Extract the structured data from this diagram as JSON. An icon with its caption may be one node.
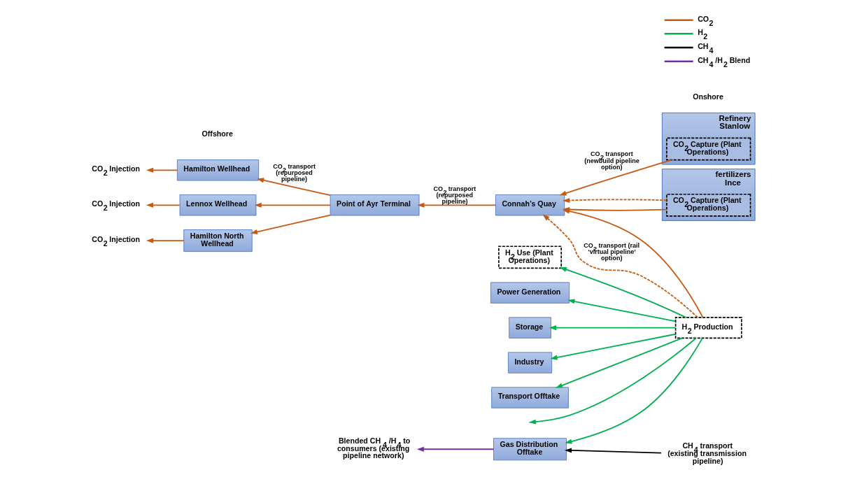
{
  "diagram": {
    "nodes": [
      {
        "text": [
          "Hamilton Wellhead"
        ]
      },
      {
        "text": [
          "CO$_{2}$ Injection"
        ]
      },
      {
        "text": [
          "Lennox Wellhead"
        ]
      },
      {
        "text": [
          "CO$_{2}$ Injection"
        ]
      },
      {
        "text": [
          "Hamilton North Wellhead"
        ]
      },
      {
        "text": [
          "CO$_{2}$ Injection"
        ]
      },
      {
        "text": [
          "Point of Ayr Terminal"
        ]
      },
      {
        "text": [
          "Connah’s Quay"
        ]
      },
      {
        "text": [
          "Refinery Stanlow"
        ]
      },
      {
        "text": [
          "CO$_{2}$ Capture (Plant Operations)"
        ],
        "in": 8
      },
      {
        "text": [
          "fertilizers Ince"
        ]
      },
      {
        "text": [
          "CO$_{2}$ Capture (Plant Operations)"
        ],
        "in": 10
      },
      {
        "text": [
          "H$_{2}$ Use (Plant Operations)"
        ]
      },
      {
        "text": [
          "H$_{2}$ Production"
        ]
      },
      {
        "text": [
          "Power Generation"
        ]
      },
      {
        "text": [
          "Storage"
        ]
      },
      {
        "text": [
          "Industry"
        ]
      },
      {
        "text": [
          "Transport Offtake"
        ]
      },
      {
        "text": [
          "Gas Distribution Offtake"
        ]
      },
      {
        "text": [
          "Blended CH$_{4}$ /H$_{4}$ to consumers (existing pipeline network)"
        ]
      },
      {
        "text": [
          "CH$_{4}$ transport (existing transmission pipeline)"
        ]
      }
    ],
    "edges": [
      {
        "from": 6,
        "to": 0,
        "arrow": "to",
        "label": "CO$_{2}$ transport (repurposed pipeline)"
      },
      {
        "from": 6,
        "to": 2,
        "arrow": "to"
      },
      {
        "from": 6,
        "to": 4,
        "arrow": "to"
      },
      {
        "from": 0,
        "to": 1,
        "arrow": "to"
      },
      {
        "from": 2,
        "to": 3,
        "arrow": "to"
      },
      {
        "from": 4,
        "to": 5,
        "arrow": "to"
      },
      {
        "from": 7,
        "to": 6,
        "arrow": "to",
        "label": "CO$_{2}$ transport (repurposed pipeline)"
      },
      {
        "from": 11,
        "to": 7,
        "arrow": "to"
      },
      {
        "from": 11,
        "to": 7,
        "arrow": "to",
        "style": "dashed"
      },
      {
        "from": 9,
        "to": 7,
        "arrow": "to",
        "label": "CO$_{2}$ transport (newbuild pipeline option)"
      },
      {
        "from": 13,
        "to": 7,
        "arrow": "to"
      },
      {
        "from": 13,
        "to": 7,
        "arrow": "to",
        "style": "dashed",
        "label": "CO$_{2}$ transport (rail ‘virtual pipeline’ option)"
      },
      {
        "from": 13,
        "to": 12,
        "arrow": "to",
        "color": "#00b050"
      },
      {
        "from": 13,
        "to": null,
        "arrow": "to",
        "color": "#00b050"
      },
      {
        "from": 13,
        "to": 14,
        "arrow": "to",
        "color": "#00b050"
      },
      {
        "from": 13,
        "to": 15,
        "arrow": "to",
        "color": "#00b050"
      },
      {
        "from": 13,
        "to": 16,
        "arrow": "to",
        "color": "#00b050"
      },
      {
        "from": 13,
        "to": 17,
        "arrow": "to",
        "color": "#00b050"
      },
      {
        "from": 13,
        "to": 18,
        "arrow": "to",
        "color": "#00b050"
      },
      {
        "from": 20,
        "to": 18,
        "arrow": "to",
        "color": "#000000"
      },
      {
        "from": 18,
        "to": 19,
        "arrow": "to",
        "color": "#7030a0"
      }
    ],
    "labels": [
      "Offshore",
      "Onshore"
    ],
    "legend": [
      {
        "text": "CO$_{2}$"
      },
      {
        "text": "H$_{2}$"
      },
      {
        "text": "CH$_{4}$"
      },
      {
        "text": "CH$_{4}$ /H$_{2}$ Blend"
      }
    ]
  }
}
